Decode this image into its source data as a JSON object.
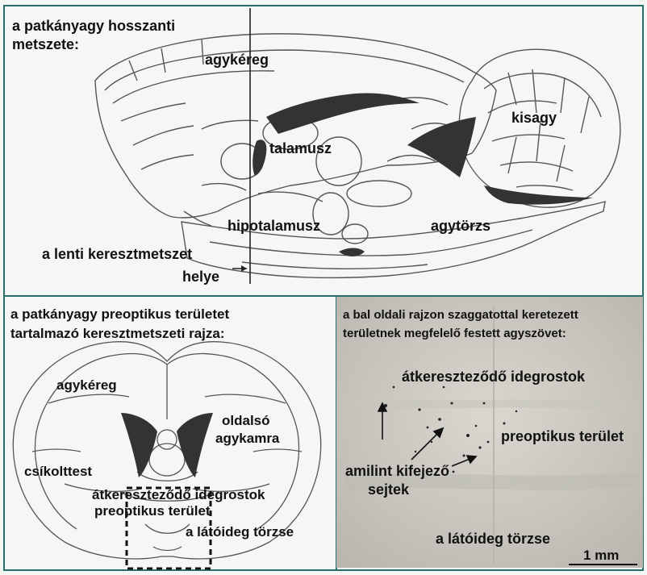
{
  "colors": {
    "frame": "#2c6e6a",
    "ventricle": "#333333",
    "line": "#555555",
    "photo_bg": "#cfcdc6"
  },
  "top_panel": {
    "title": "a patkányagy hosszanti metszete:",
    "title_line1": "a patkányagy hosszanti",
    "title_line2": "metszete:",
    "labels": {
      "agykereg": "agykéreg",
      "kisagy": "kisagy",
      "talamusz": "talamusz",
      "hipotalamusz": "hipotalamusz",
      "agytorzs": "agytörzs"
    },
    "section_note_line1": "a lenti keresztmetszet",
    "section_note_line2": "helye"
  },
  "bottom_left_panel": {
    "title_line1": "a patkányagy  preoptikus területet",
    "title_line2": "tartalmazó keresztmetszeti rajza:",
    "labels": {
      "agykereg": "agykéreg",
      "oldalso": "oldalsó",
      "agykamra": "agykamra",
      "csikolttest": "csíkolttest",
      "atkereszt": "átkereszteződő idegrostok",
      "preoptikus": "preoptikus terület",
      "latoideg": "a látóideg törzse"
    }
  },
  "bottom_right_panel": {
    "title_line1": "a bal oldali rajzon szaggatottal keretezett",
    "title_line2": "területnek megfelelő festett agyszövet:",
    "labels": {
      "atkereszt": "átkereszteződő idegrostok",
      "preoptikus": "preoptikus terület",
      "amilint": "amilint kifejező",
      "sejtek": "sejtek",
      "latoideg": "a látóideg törzse"
    },
    "scale_bar": "1 mm"
  }
}
